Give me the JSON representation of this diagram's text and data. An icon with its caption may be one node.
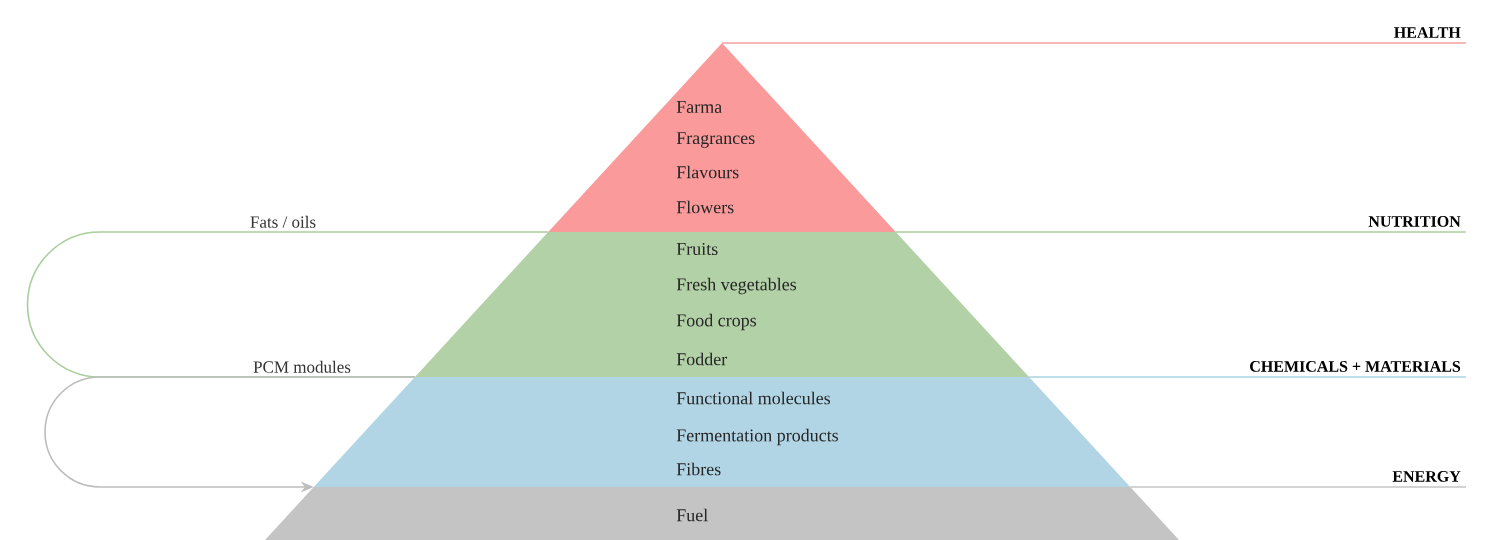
{
  "diagram": {
    "nodes": [
      {
        "text": [
          "Farma",
          "Fragrances",
          "Flavours",
          "Flowers"
        ]
      },
      {
        "text": [
          "Fruits",
          "Fresh vegetables",
          "Food crops",
          "Fodder"
        ]
      },
      {
        "text": [
          "Functional molecules",
          "Fermentation products",
          "Fibres"
        ]
      },
      {
        "text": [
          "Fuel"
        ]
      },
      {
        "text": [
          "HEALTH"
        ]
      },
      {
        "text": [
          "NUTRITION"
        ]
      },
      {
        "text": [
          "CHEMICALS + MATERIALS"
        ]
      },
      {
        "text": [
          "ENERGY"
        ]
      }
    ],
    "edges": [
      {
        "from": 1,
        "to": 2,
        "arrow": "none",
        "label": "Fats / oils",
        "color": "#a9cf9d"
      },
      {
        "from": 2,
        "to": 3,
        "arrow": "to",
        "label": "PCM modules",
        "color": "#bdbdbd"
      },
      {
        "from": 0,
        "to": 4,
        "arrow": "none",
        "color": "#f4a0a0"
      },
      {
        "from": 0,
        "to": 5,
        "arrow": "none",
        "color": "#a9cf9d"
      },
      {
        "from": 1,
        "to": 6,
        "arrow": "none",
        "color": "#a9d3e3"
      },
      {
        "from": 2,
        "to": 7,
        "arrow": "none",
        "color": "#c4c4c4"
      }
    ]
  }
}
